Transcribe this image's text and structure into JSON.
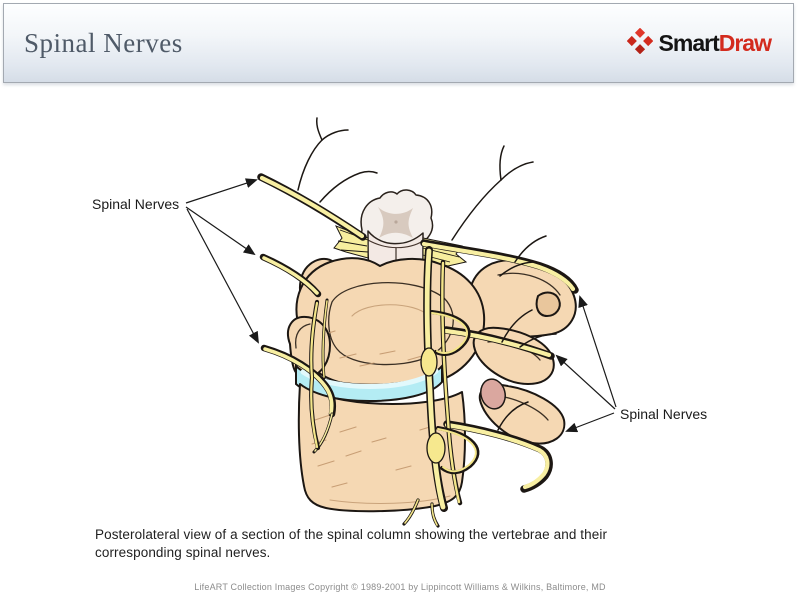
{
  "header": {
    "title": "Spinal Nerves",
    "logo": {
      "name": "SmartDraw",
      "text_black": "Smart",
      "text_red": "Draw",
      "brand_red": "#d32b1e",
      "brand_black": "#141414"
    }
  },
  "diagram": {
    "left_label": "Spinal Nerves",
    "right_label": "Spinal Nerves",
    "colors": {
      "bone": "#f5d8b3",
      "bone_outline": "#1c1713",
      "bone_texture": "#bf946a",
      "intervertebral_disc": "#b4ecf4",
      "nerve_yellow": "#f8efa2",
      "spinal_cord_face": "#f3e9e4",
      "spinal_cord_gray_matter": "#d8cabf",
      "facet_rose": "#daa79f",
      "arrow": "#1a1a1a"
    }
  },
  "caption": {
    "line1": "Posterolateral view of a section of the spinal column showing the vertebrae and their",
    "line2": "corresponding spinal nerves."
  },
  "footer": {
    "copyright": "LifeART Collection Images Copyright © 1989-2001 by Lippincott Williams & Wilkins, Baltimore, MD"
  }
}
